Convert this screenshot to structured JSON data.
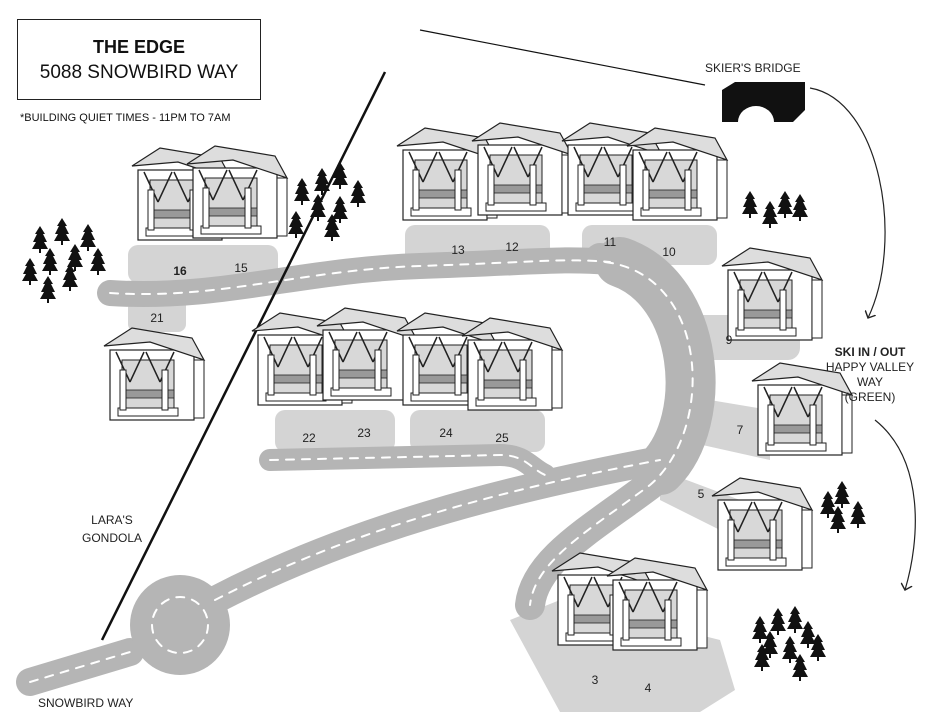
{
  "title": {
    "name": "THE EDGE",
    "address": "5088 SNOWBIRD WAY"
  },
  "notice": "*BUILDING QUIET TIMES - 11PM TO 7AM",
  "labels": {
    "skiers_bridge": "SKIER'S BRIDGE",
    "ski_in_out": "SKI IN / OUT",
    "happy_valley_1": "HAPPY VALLEY",
    "happy_valley_2": "WAY",
    "happy_valley_3": "(GREEN)",
    "gondola_1": "LARA'S",
    "gondola_2": "GONDOLA",
    "snowbird_way": "SNOWBIRD WAY"
  },
  "buildings": [
    "16",
    "15",
    "21",
    "13",
    "12",
    "11",
    "10",
    "9",
    "7",
    "5",
    "22",
    "23",
    "24",
    "25",
    "3",
    "4"
  ],
  "colors": {
    "road": "#b5b5b5",
    "pad": "#d4d4d4",
    "ink": "#111111"
  }
}
